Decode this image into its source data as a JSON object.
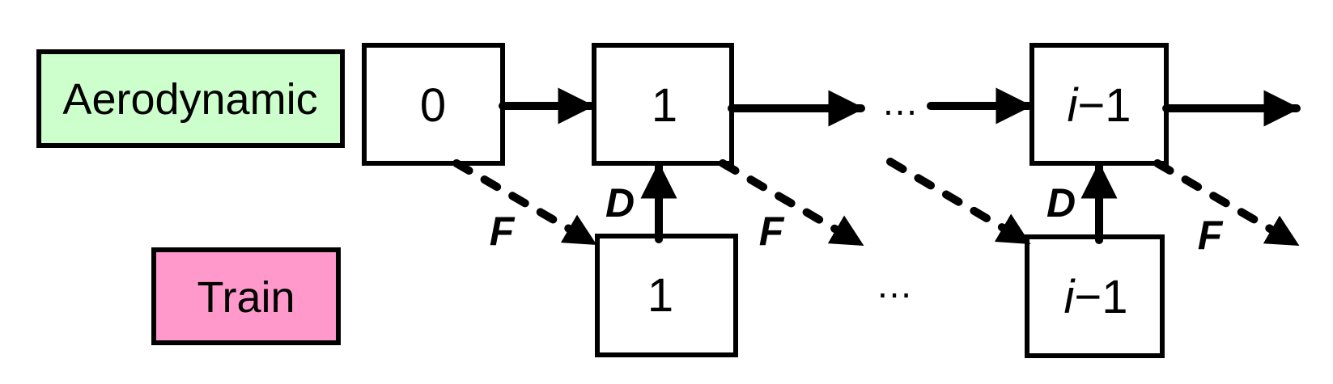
{
  "legend": {
    "aerodynamic": {
      "label": "Aerodynamic",
      "color": "#CCFFCC"
    },
    "train": {
      "label": "Train",
      "color": "#FF99CC"
    }
  },
  "nodes": {
    "aero_0": {
      "label": "0"
    },
    "aero_1": {
      "label": "1"
    },
    "aero_i_minus_1": {
      "prefix": "i",
      "suffix": "−1"
    },
    "train_1": {
      "label": "1"
    },
    "train_i_minus_1": {
      "prefix": "i",
      "suffix": "−1"
    }
  },
  "ellipsis": {
    "top": "…",
    "bottom": "…"
  },
  "edge_labels": {
    "force": "F",
    "drag": "D"
  }
}
